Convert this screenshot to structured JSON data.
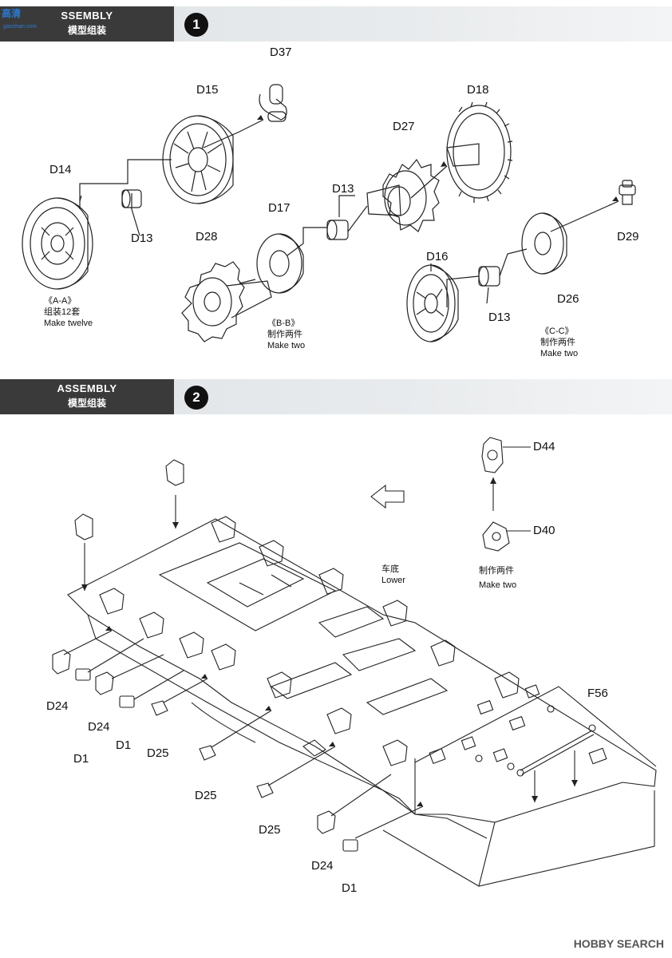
{
  "header1": {
    "title_en": "SSEMBLY",
    "title_cn": "模型组装",
    "step": "1",
    "logo": "高清",
    "logo_sub": "gaoshan.com"
  },
  "header2": {
    "title_en": "ASSEMBLY",
    "title_cn": "模型组装",
    "step": "2"
  },
  "step1": {
    "labels": {
      "d37": "D37",
      "d15": "D15",
      "d18": "D18",
      "d27": "D27",
      "d14": "D14",
      "d13a": "D13",
      "d13b": "D13",
      "d17": "D17",
      "d28": "D28",
      "d16": "D16",
      "d29": "D29",
      "d26": "D26",
      "d13c": "D13"
    },
    "notes": {
      "aa": "《A-A》",
      "aa_cn": "组装12套",
      "aa_en": "Make twelve",
      "bb": "《B-B》",
      "bb_cn": "制作两件",
      "bb_en": "Make two",
      "cc": "《C-C》",
      "cc_cn": "制作两件",
      "cc_en": "Make two"
    }
  },
  "step2": {
    "labels": {
      "d44": "D44",
      "d40": "D40",
      "f56": "F56",
      "d24a": "D24",
      "d1a": "D1",
      "d24b": "D24",
      "d1b": "D1",
      "d25a": "D25",
      "d25b": "D25",
      "d25c": "D25",
      "d24c": "D24",
      "d1c": "D1"
    },
    "notes": {
      "lower_cn": "车底",
      "lower_en": "Lower",
      "make_cn": "制作两件",
      "make_en": "Make two"
    }
  },
  "watermark": "HOBBY SEARCH",
  "colors": {
    "band_dark": "#3a3a3a",
    "band_light": "#e2e5e8",
    "line": "#222222"
  },
  "icons": [
    "arrow-left-outline-icon",
    "wheel-icon",
    "sprocket-icon",
    "hull-icon"
  ]
}
